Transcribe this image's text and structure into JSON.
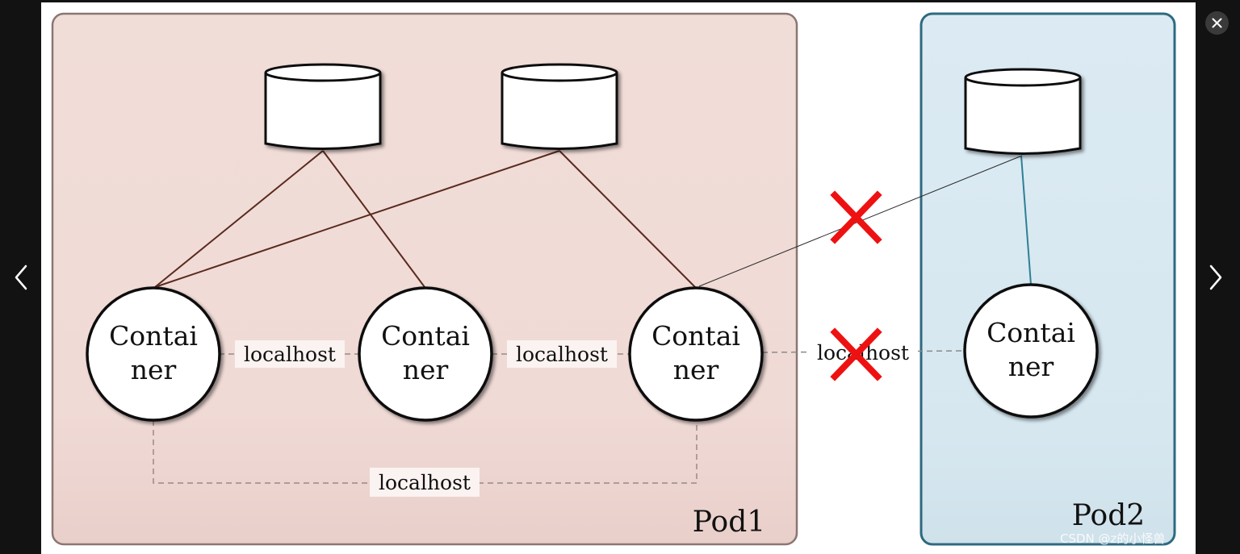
{
  "viewer": {
    "close_icon": "close-icon",
    "prev_icon": "chevron-left-icon",
    "next_icon": "chevron-right-icon"
  },
  "diagram": {
    "pods": [
      {
        "label": "Pod1",
        "fill": "#f0dcd7"
      },
      {
        "label": "Pod2",
        "fill": "#d8e8f0"
      }
    ],
    "containers": [
      {
        "line1": "Contai",
        "line2": "ner"
      },
      {
        "line1": "Contai",
        "line2": "ner"
      },
      {
        "line1": "Contai",
        "line2": "ner"
      },
      {
        "line1": "Contai",
        "line2": "ner"
      }
    ],
    "links": [
      {
        "label": "localhost"
      },
      {
        "label": "localhost"
      },
      {
        "label": "localhost"
      },
      {
        "label": "localhost"
      }
    ],
    "blocked_marker_color": "#ee1111",
    "pod1_line_color": "#5a2a1e",
    "pod2_line_color": "#2f7f95"
  },
  "watermark": "CSDN @z的小怪兽"
}
